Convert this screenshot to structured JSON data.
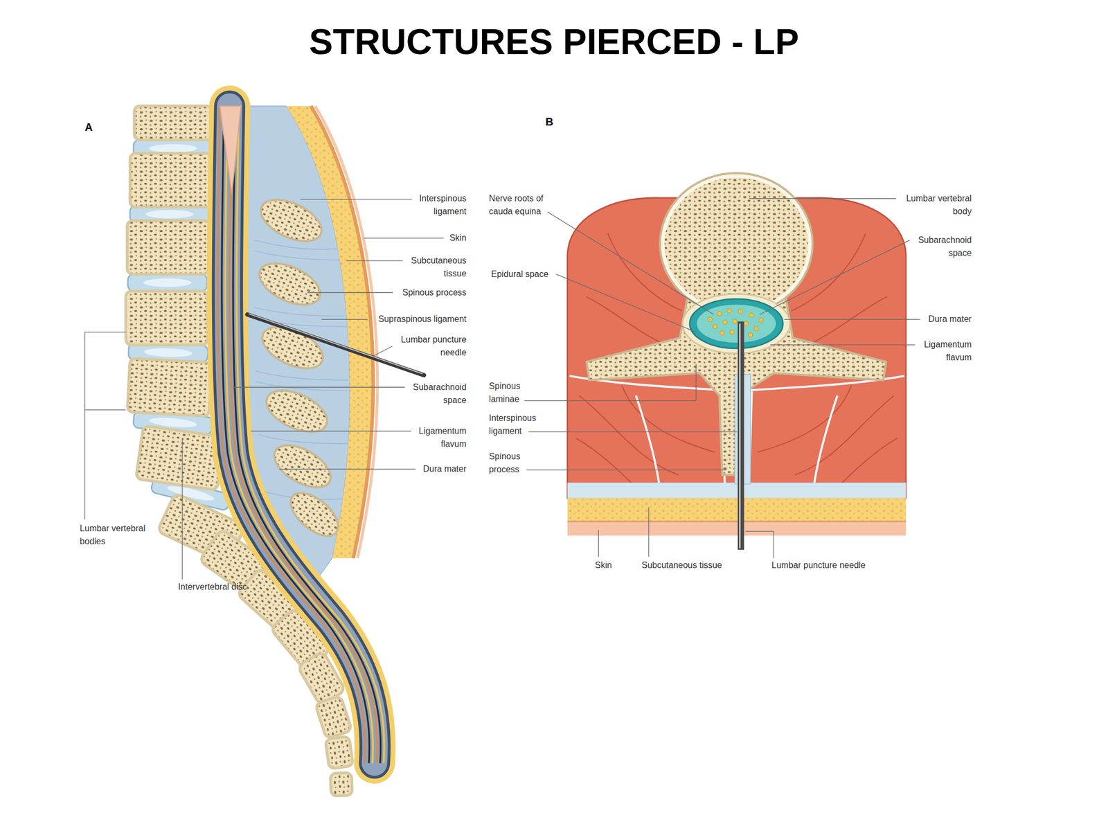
{
  "diagram": {
    "title": "STRUCTURES PIERCED - LP",
    "labels": [
      "A",
      "Interspinous ligament",
      "Skin",
      "Subcutaneous tissue",
      "Spinous process",
      "Supraspinous ligament",
      "Lumbar puncture needle",
      "Subarachnoid space",
      "Ligamentum flavum",
      "Dura mater",
      "Lumbar vertebral bodies",
      "Intervertebral disc",
      "B",
      "Nerve roots of cauda equina",
      "Lumbar vertebral body",
      "Subarachnoid space",
      "Epidural space",
      "Dura mater",
      "Ligamentum flavum",
      "Spinous laminae",
      "Interspinous ligament",
      "Spinous process",
      "Skin",
      "Subcutaneous tissue",
      "Lumbar puncture needle"
    ]
  }
}
